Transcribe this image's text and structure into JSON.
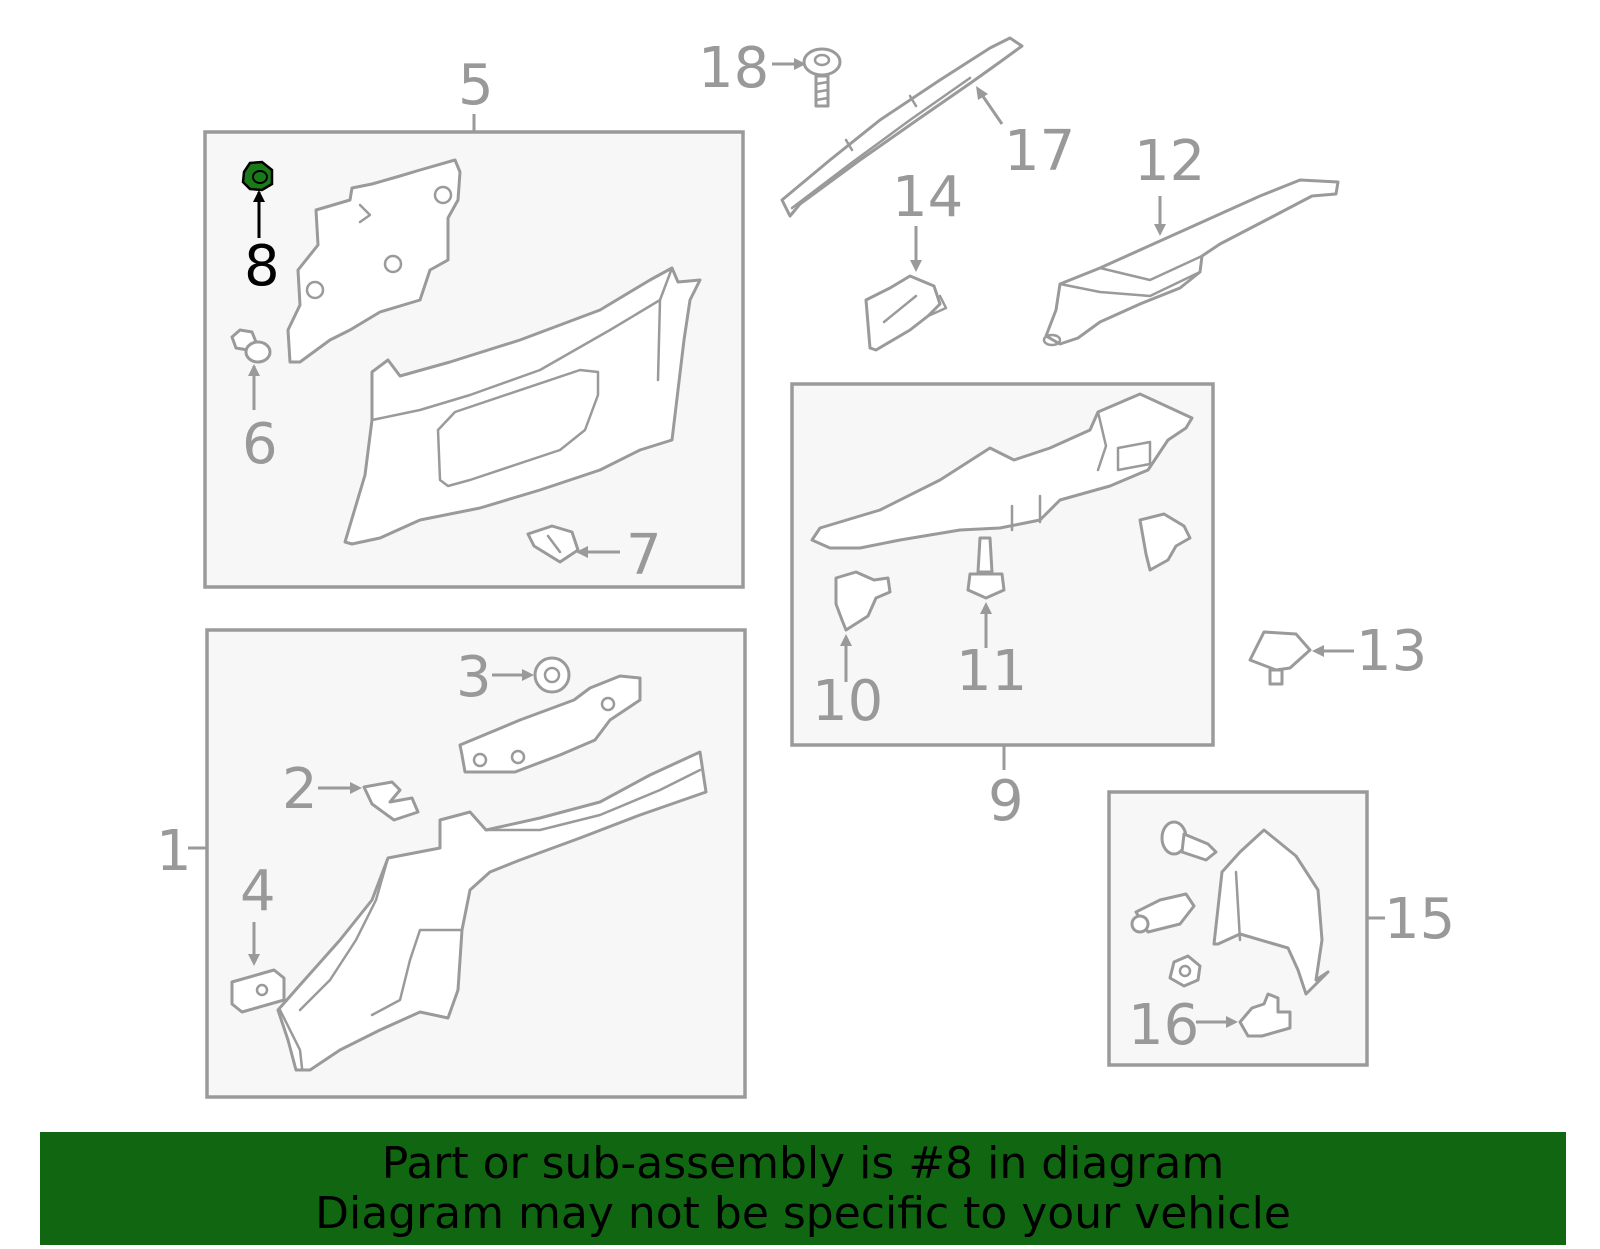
{
  "diagram": {
    "callouts": [
      {
        "id": "1",
        "text": "1"
      },
      {
        "id": "2",
        "text": "2"
      },
      {
        "id": "3",
        "text": "3"
      },
      {
        "id": "4",
        "text": "4"
      },
      {
        "id": "5",
        "text": "5"
      },
      {
        "id": "6",
        "text": "6"
      },
      {
        "id": "7",
        "text": "7"
      },
      {
        "id": "8",
        "text": "8"
      },
      {
        "id": "9",
        "text": "9"
      },
      {
        "id": "10",
        "text": "10"
      },
      {
        "id": "11",
        "text": "11"
      },
      {
        "id": "12",
        "text": "12"
      },
      {
        "id": "13",
        "text": "13"
      },
      {
        "id": "14",
        "text": "14"
      },
      {
        "id": "15",
        "text": "15"
      },
      {
        "id": "16",
        "text": "16"
      },
      {
        "id": "17",
        "text": "17"
      },
      {
        "id": "18",
        "text": "18"
      }
    ],
    "highlighted_part": "8",
    "colors": {
      "line": "#9a9a9a",
      "box_fill": "#f7f7f7",
      "highlight": "#1a7a1a",
      "banner": "#116611"
    }
  },
  "banner": {
    "line1": "Part or sub-assembly is #8 in diagram",
    "line2": "Diagram may not be specific to your vehicle"
  }
}
